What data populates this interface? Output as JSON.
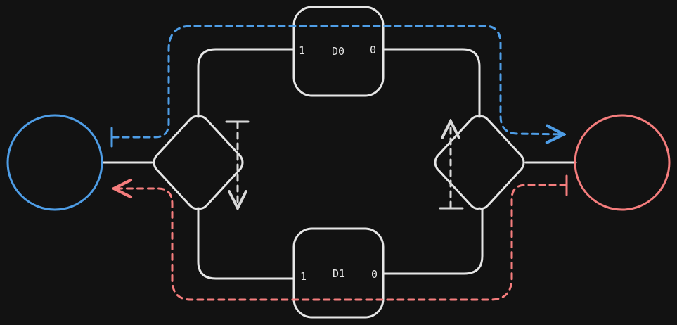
{
  "diagram": {
    "boxes": [
      {
        "name": "D0",
        "left_port": "1",
        "right_port": "0"
      },
      {
        "name": "D1",
        "left_port": "1",
        "right_port": "0"
      }
    ],
    "colors": {
      "background": "#121212",
      "stroke": "#e6e6e6",
      "left_node": "#4e9de6",
      "right_node": "#f57d7d",
      "blue_path": "#4e9de6",
      "red_path": "#f57d7d"
    }
  }
}
